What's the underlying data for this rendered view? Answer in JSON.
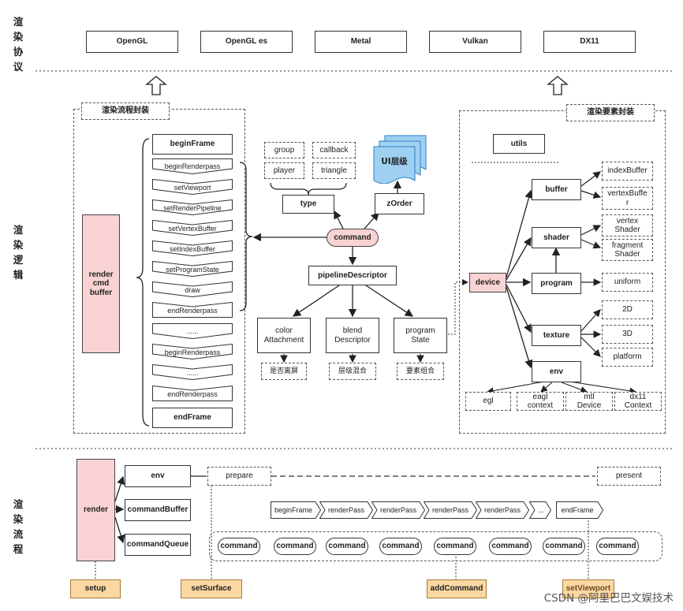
{
  "sections": {
    "protocol": "渲染协议",
    "logic": "渲染逻辑",
    "flow": "渲染流程"
  },
  "apis": [
    "OpenGL",
    "OpenGL es",
    "Metal",
    "Vulkan",
    "DX11"
  ],
  "left_group": {
    "title": "渲染流程封装",
    "buffer": "render\ncmd\nbuffer",
    "steps": [
      "beginFrame",
      "beginRenderpass",
      "setViewport",
      "setRenderPipeline",
      "setVertexBuffer",
      "setIndexBuffer",
      "setProgramState",
      "draw",
      "endRenderpass",
      "......",
      "beginRenderpass",
      "......",
      "endRenderpass",
      "endFrame"
    ]
  },
  "middle": {
    "type_items": [
      "group",
      "callback",
      "player",
      "triangle"
    ],
    "type": "type",
    "ui_layer": "UI层级",
    "zorder": "zOrder",
    "command": "command",
    "pipeline": "pipelineDescriptor",
    "color": "color\nAttachment",
    "blend": "blend\nDescriptor",
    "program_state": "program\nState",
    "color_sub": "是否离屏",
    "blend_sub": "层级混合",
    "program_sub": "要素组合"
  },
  "right_group": {
    "title": "渲染要素封装",
    "utils": "utils",
    "device": "device",
    "buffer": "buffer",
    "shader": "shader",
    "program": "program",
    "texture": "texture",
    "env": "env",
    "buffer_items": [
      "indexBuffer",
      "vertexBuffe\nr"
    ],
    "shader_items": [
      "vertex\nShader",
      "fragment\nShader"
    ],
    "uniform": "uniform",
    "texture_items": [
      "2D",
      "3D",
      "platform"
    ],
    "env_items": [
      "egl",
      "eagl\ncontext",
      "mtl\nDevice",
      "dx11\nContext"
    ]
  },
  "flow": {
    "render": "render",
    "env": "env",
    "command_buffer": "commandBuffer",
    "command_queue": "commandQueue",
    "prepare": "prepare",
    "present": "present",
    "chain": [
      "beginFrame",
      "renderPass",
      "renderPass",
      "renderPass",
      "renderPass",
      "...",
      "endFrame"
    ],
    "commands": [
      "command",
      "command",
      "command",
      "command",
      "command",
      "command",
      "command",
      "command"
    ],
    "setup": "setup",
    "set_surface": "setSurface",
    "add_command": "addCommand",
    "set_viewport": "setViewport"
  },
  "watermark": "CSDN @阿里巴巴文娱技术",
  "colors": {
    "pink": "#f9d3d3",
    "orange": "#fbd7a1",
    "ui_layer": "#9fd0f2"
  }
}
